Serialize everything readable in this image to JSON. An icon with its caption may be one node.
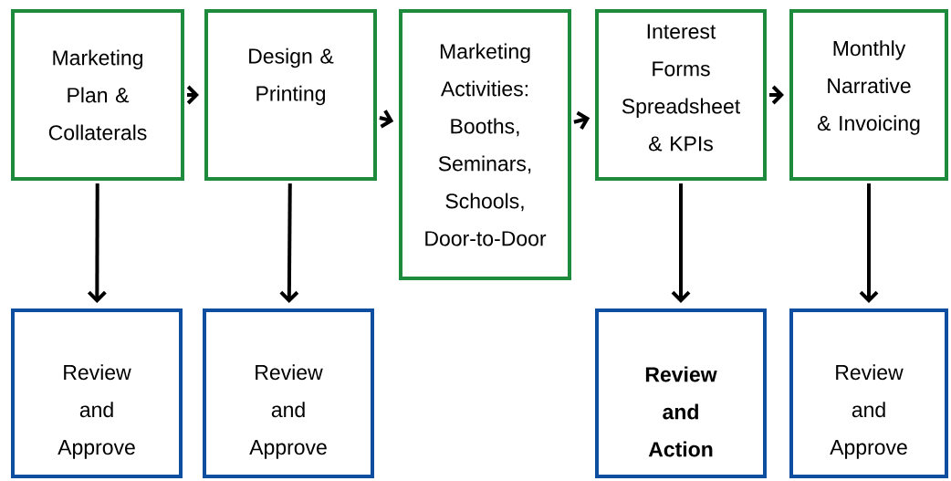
{
  "diagram": {
    "nodes": [
      {
        "text": [
          "Marketing Plan & Collaterals"
        ]
      },
      {
        "text": [
          "Design & Printing"
        ]
      },
      {
        "text": [
          "Marketing Activities: Booths, Seminars, Schools, Door-to-Door"
        ]
      },
      {
        "text": [
          "Interest Forms Spreadsheet & KPIs"
        ]
      },
      {
        "text": [
          "Monthly Narrative & Invoicing"
        ]
      },
      {
        "text": [
          "Review and Approve"
        ]
      },
      {
        "text": [
          "Review and Approve"
        ]
      },
      {
        "text": [
          "Review and Action"
        ]
      },
      {
        "text": [
          "Review and Approve"
        ]
      }
    ],
    "edges": [
      {
        "from": 0,
        "to": 1,
        "arrow": "to"
      },
      {
        "from": 1,
        "to": 2,
        "arrow": "to"
      },
      {
        "from": 2,
        "to": 3,
        "arrow": "to"
      },
      {
        "from": 3,
        "to": 4,
        "arrow": "to"
      },
      {
        "from": 0,
        "to": 5,
        "arrow": "to"
      },
      {
        "from": 1,
        "to": 6,
        "arrow": "to"
      },
      {
        "from": 3,
        "to": 7,
        "arrow": "to"
      },
      {
        "from": 4,
        "to": 8,
        "arrow": "to"
      }
    ]
  }
}
